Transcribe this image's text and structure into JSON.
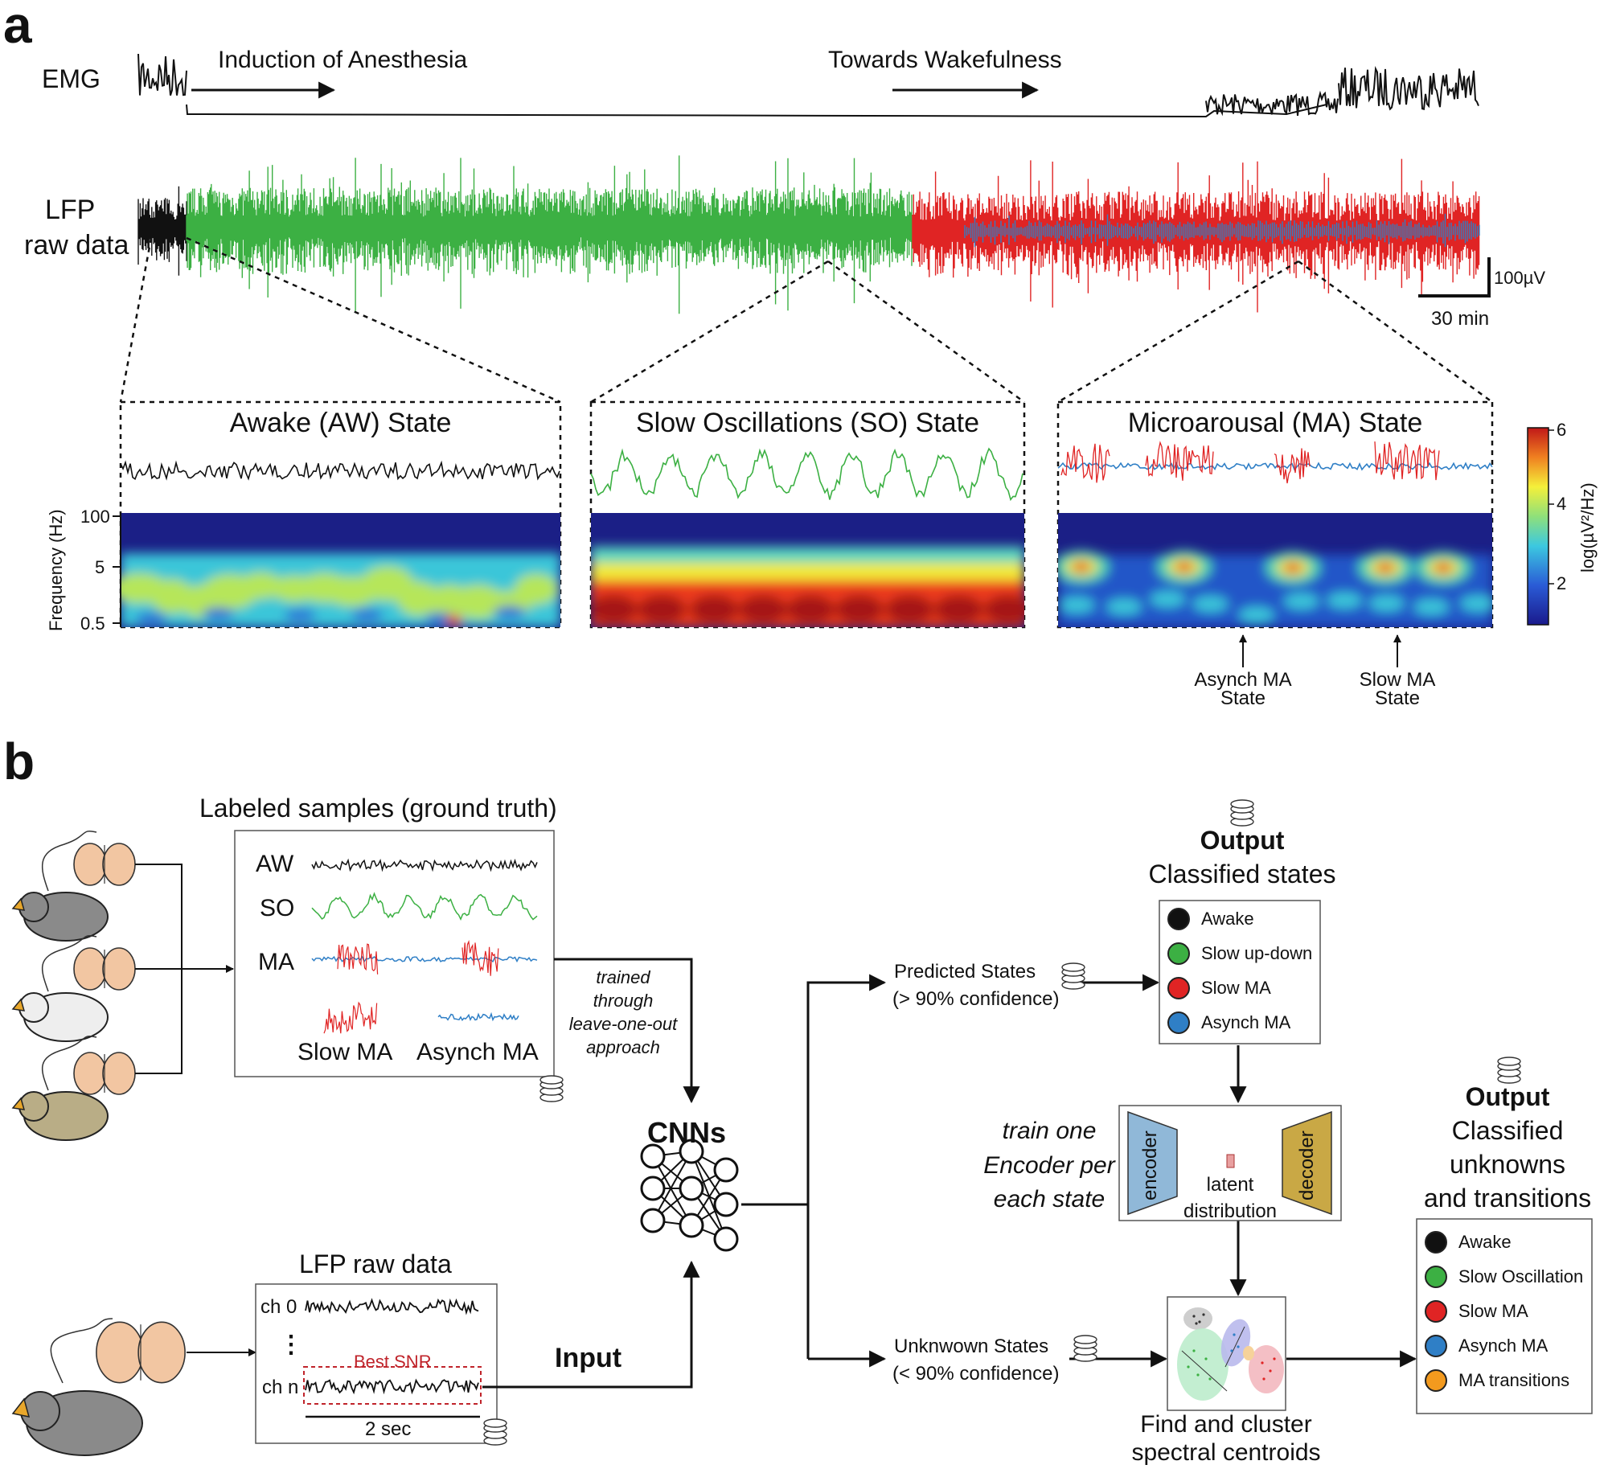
{
  "panel_a": {
    "letter": "a",
    "emg_label": "EMG",
    "lfp_label_1": "LFP",
    "lfp_label_2": "raw data",
    "induction": "Induction of Anesthesia",
    "towards": "Towards Wakefulness",
    "scale_v": "100µV",
    "scale_t": "30 min",
    "states": [
      {
        "title": "Awake (AW) State"
      },
      {
        "title": "Slow Oscillations (SO) State"
      },
      {
        "title": "Microarousal (MA) State"
      }
    ],
    "freq_axis_title": "Frequency (Hz)",
    "freq_ticks": [
      "100",
      "5",
      "0.5"
    ],
    "colorbar_title": "log(µV²/Hz)",
    "colorbar_ticks": [
      "6",
      "4",
      "2"
    ],
    "annot_asynch_1": "Asynch MA",
    "annot_asynch_2": "State",
    "annot_slow_1": "Slow MA",
    "annot_slow_2": "State",
    "colors": {
      "awake": "#111111",
      "so": "#3cb043",
      "slow_ma": "#e02424",
      "asynch_ma": "#2f7fc6"
    }
  },
  "panel_b": {
    "letter": "b",
    "labeled_title": "Labeled samples (ground truth)",
    "trace_labels": [
      "AW",
      "SO",
      "MA"
    ],
    "slow_ma": "Slow MA",
    "asynch_ma": "Asynch MA",
    "trained_1": "trained",
    "trained_2": "through",
    "trained_3": "leave-one-out",
    "trained_4": "approach",
    "cnns": "CNNs",
    "input": "Input",
    "lfp_raw": "LFP raw data",
    "ch0": "ch 0",
    "dots": "⋮",
    "chn": "ch n",
    "best_snr": "Best SNR",
    "two_sec": "2 sec",
    "predicted_1": "Predicted States",
    "predicted_2": "(> 90% confidence)",
    "unknown_1": "Unknwown States",
    "unknown_2": "(< 90% confidence)",
    "output_1": "Output",
    "output_1_sub": "Classified states",
    "legend1": [
      {
        "label": "Awake",
        "color": "#111111"
      },
      {
        "label": "Slow up-down",
        "color": "#3cb043"
      },
      {
        "label": "Slow MA",
        "color": "#e02424"
      },
      {
        "label": "Asynch MA",
        "color": "#2f7fc6"
      }
    ],
    "train_1": "train one",
    "train_2": "Encoder per",
    "train_3": "each state",
    "encoder": "encoder",
    "decoder": "decoder",
    "latent_1": "latent",
    "latent_2": "distribution",
    "find_1": "Find and cluster",
    "find_2": "spectral centroids",
    "output_2": "Output",
    "output_2_sub1": "Classified",
    "output_2_sub2": "unknowns",
    "output_2_sub3": "and transitions",
    "legend2": [
      {
        "label": "Awake",
        "color": "#111111"
      },
      {
        "label": "Slow Oscillation",
        "color": "#3cb043"
      },
      {
        "label": "Slow MA",
        "color": "#e02424"
      },
      {
        "label": "Asynch MA",
        "color": "#2f7fc6"
      },
      {
        "label": "MA transitions",
        "color": "#f39a1e"
      }
    ]
  }
}
